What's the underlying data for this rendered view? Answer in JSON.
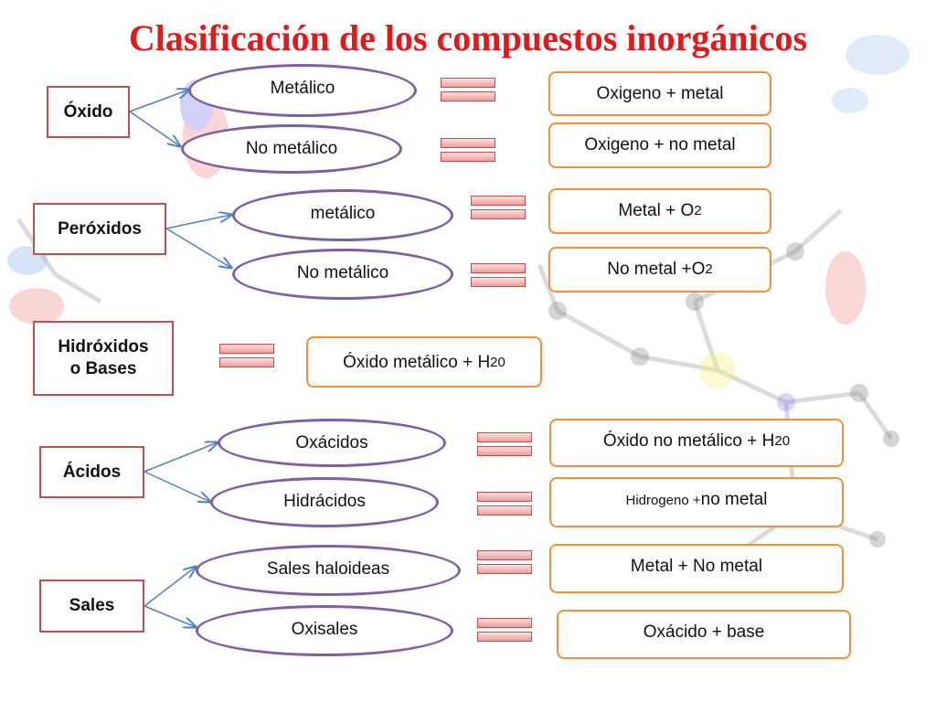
{
  "title": "Clasificación de los compuestos inorgánicos",
  "categories": [
    {
      "label": "Óxido"
    },
    {
      "label": "Peróxidos"
    },
    {
      "label_line1": "Hidróxidos",
      "label_line2": "o Bases"
    },
    {
      "label": "Ácidos"
    },
    {
      "label": "Sales"
    }
  ],
  "subtypes": [
    {
      "label": "Metálico"
    },
    {
      "label": "No  metálico"
    },
    {
      "label": "metálico"
    },
    {
      "label": "No  metálico"
    },
    {
      "label": "Oxácidos"
    },
    {
      "label": "Hidrácidos"
    },
    {
      "label": "Sales haloideas"
    },
    {
      "label": "Oxisales"
    }
  ],
  "results": [
    {
      "label": "Oxigeno  + metal"
    },
    {
      "label": "Oxigeno  + no metal"
    },
    {
      "main": "Metal + O",
      "sub": "2"
    },
    {
      "main": "No metal +O",
      "sub": "2"
    },
    {
      "main": "Óxido metálico + H",
      "sub": "20"
    },
    {
      "main": "Óxido  no metálico + H",
      "sub": "20"
    },
    {
      "prefix": "Hidrogeno + ",
      "main": "no metal"
    },
    {
      "label": "Metal + No metal"
    },
    {
      "label": "Oxácido + base"
    }
  ],
  "colors": {
    "title": "#e01a1a",
    "category_border": "#c0504d",
    "oval_border": "#7f5fa8",
    "result_border": "#f0903a",
    "arrow": "#4f81bd"
  }
}
